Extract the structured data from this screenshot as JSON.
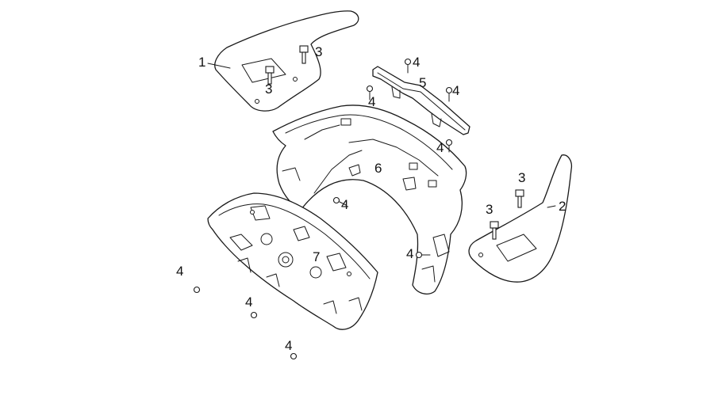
{
  "diagram": {
    "callouts": {
      "part1": "1",
      "part2": "2",
      "part3a": "3",
      "part3b": "3",
      "part3c": "3",
      "part3d": "3",
      "part4a": "4",
      "part4b": "4",
      "part4c": "4",
      "part4d": "4",
      "part4e": "4",
      "part4f": "4",
      "part4g": "4",
      "part4h": "4",
      "part4i": "4",
      "part5": "5",
      "part6": "6",
      "part7": "7"
    }
  }
}
